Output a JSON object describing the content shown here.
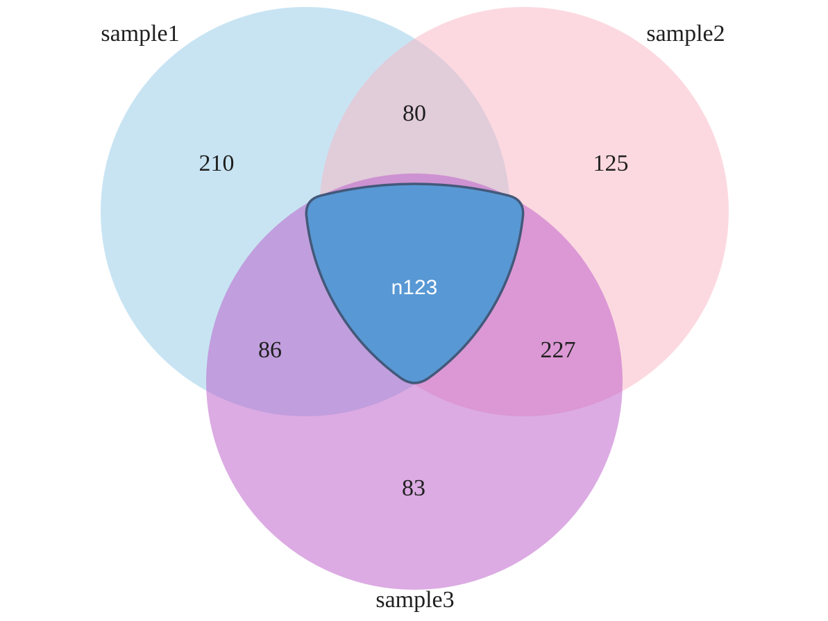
{
  "venn": {
    "background_color": "#FFFFFF",
    "label_color": "#1F1F1F",
    "sets": [
      {
        "label": "sample1",
        "color": "#91C9E7"
      },
      {
        "label": "sample2",
        "color": "#F9B3C1"
      },
      {
        "label": "sample3",
        "color": "#B957C7"
      }
    ],
    "regions": {
      "sample1_only": "210",
      "sample2_only": "125",
      "sample3_only": "83",
      "sample1_sample2": "80",
      "sample1_sample3": "86",
      "sample2_sample3": "227",
      "sample1_sample2_sample3": "n123"
    },
    "center_overlay": {
      "fill": "#5898D4",
      "stroke": "#43597A",
      "label": "n123",
      "label_color": "#FFFFFF"
    }
  }
}
